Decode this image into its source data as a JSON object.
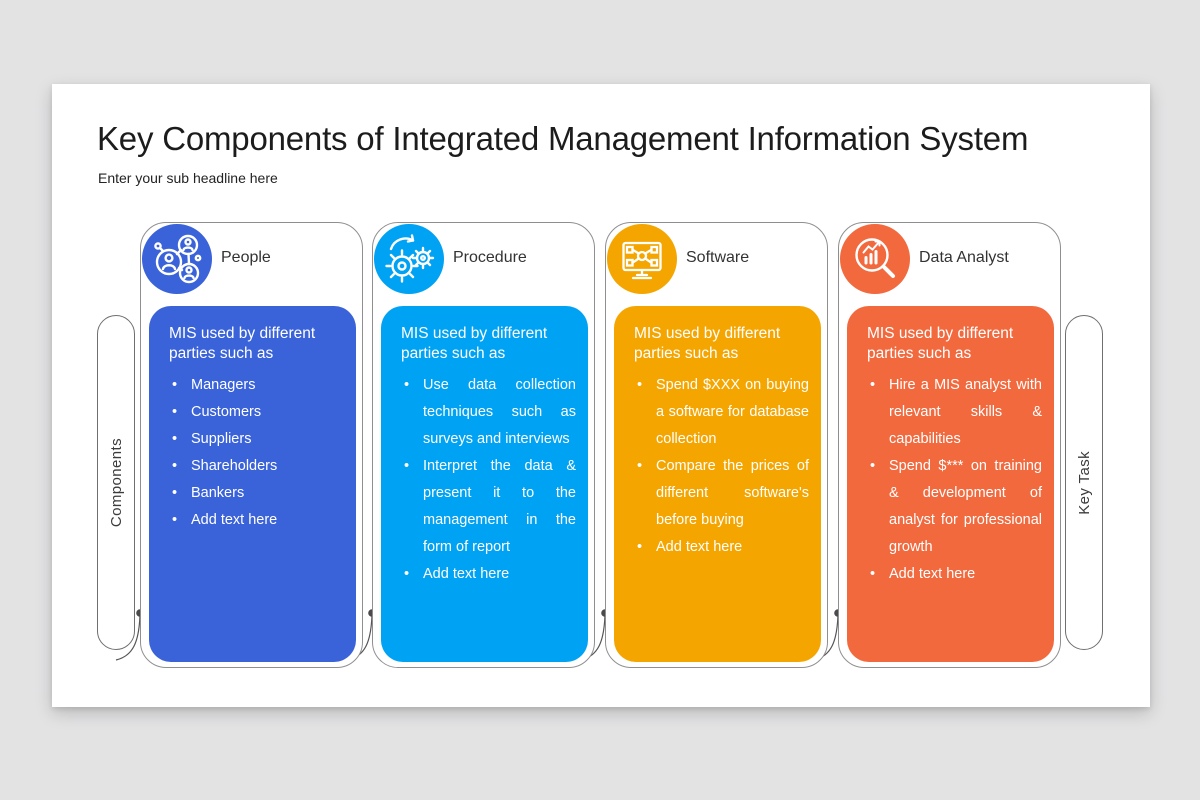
{
  "title": "Key Components of Integrated Management Information System",
  "subtitle": "Enter your sub headline here",
  "side_labels": {
    "left": "Components",
    "right": "Key Task"
  },
  "colors": {
    "page_background": "#e3e3e4",
    "slide_background": "#ffffff",
    "outline": "#8f8f8f",
    "connector": "#555555"
  },
  "columns": [
    {
      "name": "People",
      "icon": "people-network-icon",
      "color": "#3a62d9",
      "lead": "MIS used by different parties such as",
      "bullets": [
        "Managers",
        "Customers",
        "Suppliers",
        "Shareholders",
        "Bankers",
        "Add text here"
      ]
    },
    {
      "name": "Procedure",
      "icon": "gears-icon",
      "color": "#00a2f4",
      "lead": "MIS used by different parties such as",
      "bullets": [
        "Use data collection techniques such as surveys and interviews",
        "Interpret the data & present it to the management in the form of report",
        "Add text here"
      ]
    },
    {
      "name": "Software",
      "icon": "monitor-circuit-icon",
      "color": "#f5a500",
      "lead": "MIS used by different parties such as",
      "bullets": [
        "Spend $XXX on buying a software for database collection",
        "Compare the prices of different software's before buying",
        "Add text here"
      ]
    },
    {
      "name": "Data Analyst",
      "icon": "chart-magnifier-icon",
      "color": "#f2693e",
      "lead": "MIS used by different parties such as",
      "bullets": [
        "Hire a MIS analyst with relevant skills & capabilities",
        "Spend $*** on training & development of analyst for professional growth",
        "Add text here"
      ]
    }
  ]
}
